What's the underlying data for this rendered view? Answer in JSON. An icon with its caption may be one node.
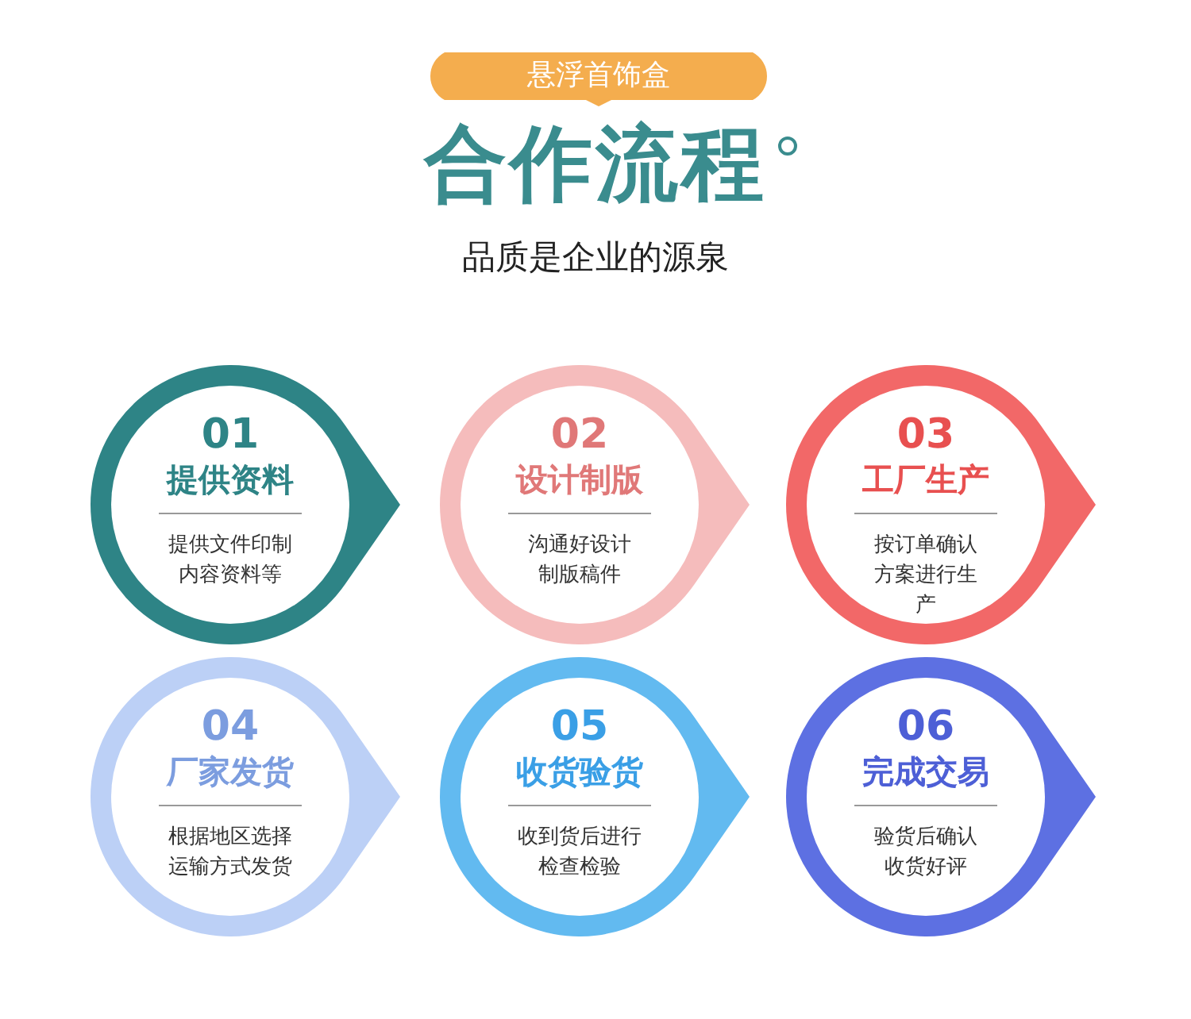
{
  "diagram": {
    "title": "合作流程",
    "nodes": [
      {
        "text": [
          "悬浮首饰盒"
        ]
      },
      {
        "text": [
          "01",
          "提供资料",
          "提供文件印制内容资料等"
        ]
      },
      {
        "text": [
          "02",
          "设计制版",
          "沟通好设计制版稿件"
        ]
      },
      {
        "text": [
          "03",
          "工厂生产",
          "按订单确认方案进行生产"
        ]
      },
      {
        "text": [
          "04",
          "厂家发货",
          "根据地区选择运输方式发货"
        ]
      },
      {
        "text": [
          "05",
          "收货验货",
          "收到货后进行检查检验"
        ]
      },
      {
        "text": [
          "06",
          "完成交易",
          "验货后确认收货好评"
        ]
      }
    ],
    "labels": [
      "品质是企业的源泉"
    ]
  }
}
